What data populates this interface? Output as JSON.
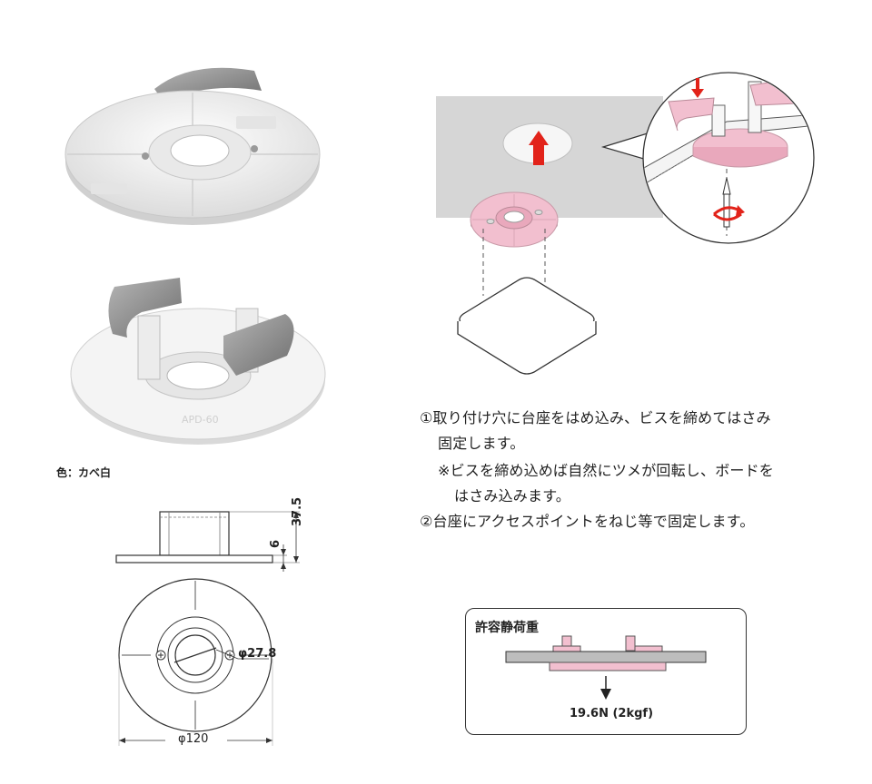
{
  "caption": {
    "color_label": "色：カベ白"
  },
  "instructions": {
    "step1_line1": "①取り付け穴に台座をはめ込み、ビスを締めてはさみ",
    "step1_line2": "固定します。",
    "note_line1": "※ビスを締め込めば自然にツメが回転し、ボードを",
    "note_line2": "はさみ込みます。",
    "step2": "②台座にアクセスポイントをねじ等で固定します。"
  },
  "dimensions": {
    "height_total": "37.5",
    "flange_thickness": "6",
    "hole_diameter": "φ27.8",
    "outer_diameter": "φ120"
  },
  "load_box": {
    "title": "許容静荷重",
    "value": "19.6N (2kgf)"
  },
  "colors": {
    "pink": "#f2bfcf",
    "red_arrow": "#e2231a",
    "ceiling_gray": "#d6d6d6",
    "product_white": "#f0f0f0",
    "metal_gray": "#8a8a8a"
  },
  "icons": {
    "arrow_up": "up-arrow-icon",
    "arrow_down": "down-arrow-icon",
    "rotate": "rotate-arrow-icon"
  }
}
